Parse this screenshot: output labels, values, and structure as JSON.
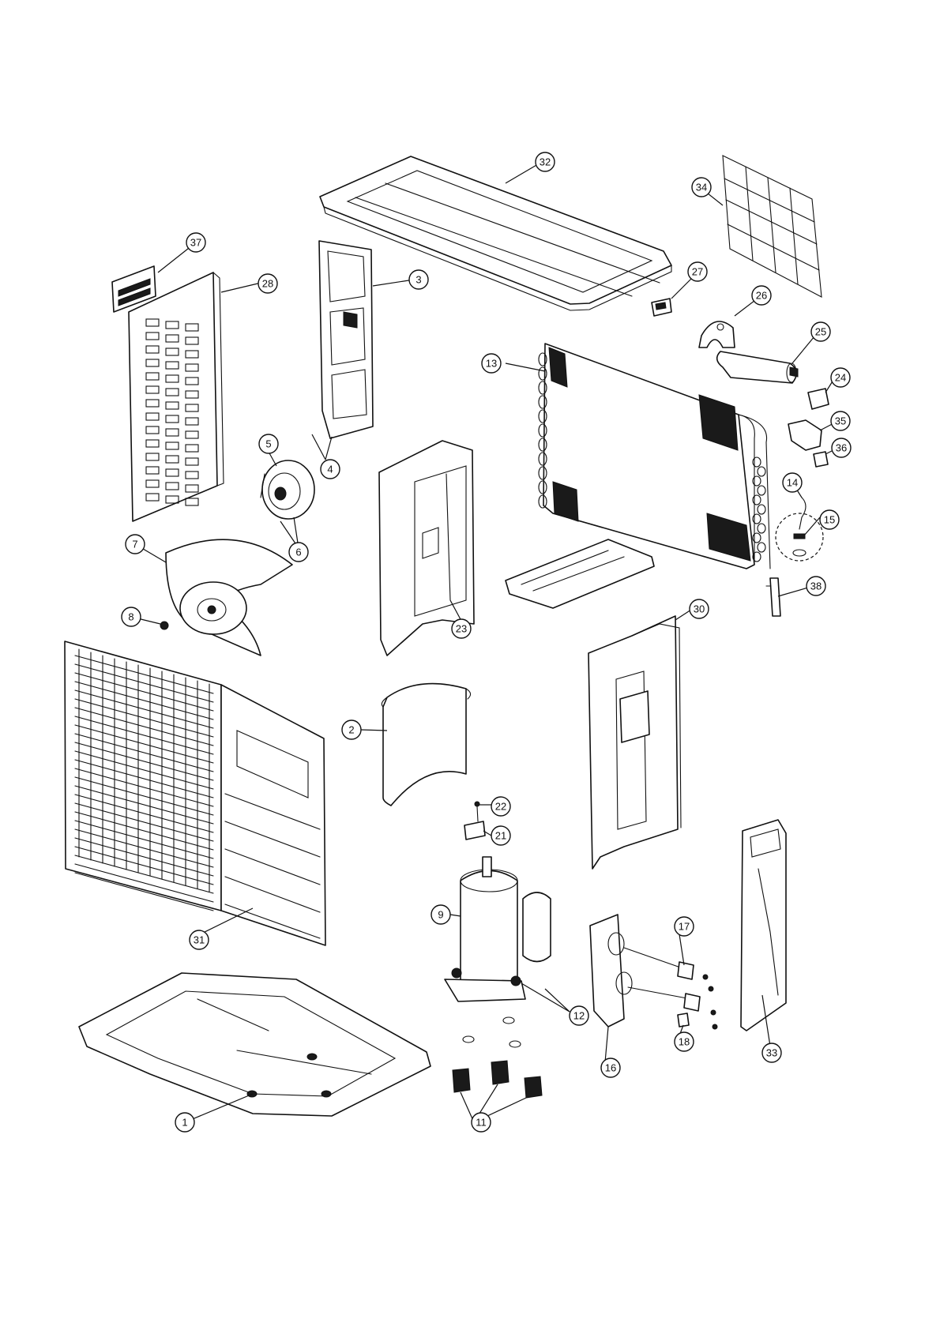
{
  "callouts": [
    {
      "id": "c1",
      "label": "1"
    },
    {
      "id": "c2",
      "label": "2"
    },
    {
      "id": "c3",
      "label": "3"
    },
    {
      "id": "c4",
      "label": "4"
    },
    {
      "id": "c5",
      "label": "5"
    },
    {
      "id": "c6",
      "label": "6"
    },
    {
      "id": "c7",
      "label": "7"
    },
    {
      "id": "c8",
      "label": "8"
    },
    {
      "id": "c9",
      "label": "9"
    },
    {
      "id": "c11",
      "label": "11"
    },
    {
      "id": "c12",
      "label": "12"
    },
    {
      "id": "c13",
      "label": "13"
    },
    {
      "id": "c14",
      "label": "14"
    },
    {
      "id": "c15",
      "label": "15"
    },
    {
      "id": "c16",
      "label": "16"
    },
    {
      "id": "c17",
      "label": "17"
    },
    {
      "id": "c18",
      "label": "18"
    },
    {
      "id": "c21",
      "label": "21"
    },
    {
      "id": "c22",
      "label": "22"
    },
    {
      "id": "c23",
      "label": "23"
    },
    {
      "id": "c24",
      "label": "24"
    },
    {
      "id": "c25",
      "label": "25"
    },
    {
      "id": "c26",
      "label": "26"
    },
    {
      "id": "c27",
      "label": "27"
    },
    {
      "id": "c28",
      "label": "28"
    },
    {
      "id": "c30",
      "label": "30"
    },
    {
      "id": "c31",
      "label": "31"
    },
    {
      "id": "c32",
      "label": "32"
    },
    {
      "id": "c33",
      "label": "33"
    },
    {
      "id": "c34",
      "label": "34"
    },
    {
      "id": "c35",
      "label": "35"
    },
    {
      "id": "c36",
      "label": "36"
    },
    {
      "id": "c37",
      "label": "37"
    },
    {
      "id": "c38",
      "label": "38"
    }
  ]
}
